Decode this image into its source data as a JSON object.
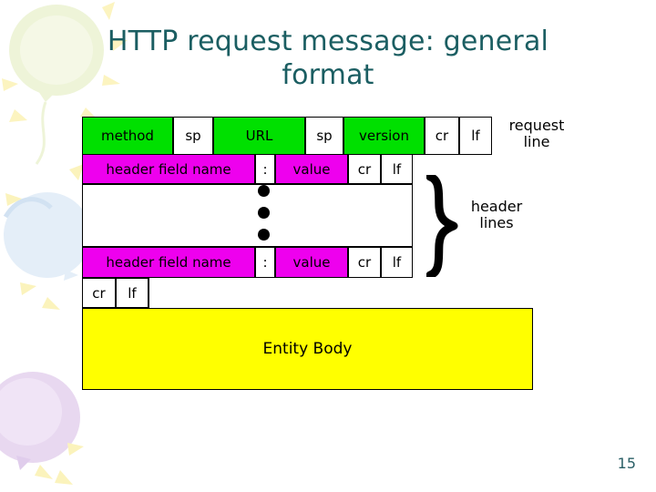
{
  "slide": {
    "title_line1": "HTTP request message: general",
    "title_line2": "format",
    "page_number": "15",
    "title_color": "#1b5e62"
  },
  "colors": {
    "green": "#00e000",
    "magenta": "#ee00ee",
    "yellow": "#ffff00",
    "white": "#ffffff",
    "border": "#000000"
  },
  "diagram": {
    "request_line": {
      "annotation_line1": "request",
      "annotation_line2": "line",
      "cells": [
        {
          "label": "method",
          "fill": "green"
        },
        {
          "label": "sp",
          "fill": "white"
        },
        {
          "label": "URL",
          "fill": "green"
        },
        {
          "label": "sp",
          "fill": "white"
        },
        {
          "label": "version",
          "fill": "green"
        },
        {
          "label": "cr",
          "fill": "white"
        },
        {
          "label": "lf",
          "fill": "white"
        }
      ]
    },
    "header_line_first": {
      "cells": [
        {
          "label": "header field name",
          "fill": "magenta"
        },
        {
          "label": ":",
          "fill": "white"
        },
        {
          "label": "value",
          "fill": "magenta"
        },
        {
          "label": "cr",
          "fill": "white"
        },
        {
          "label": "lf",
          "fill": "white"
        }
      ]
    },
    "ellipsis_row": {
      "label": "",
      "dot_count": 3
    },
    "header_line_last": {
      "cells": [
        {
          "label": "header field name",
          "fill": "magenta"
        },
        {
          "label": ":",
          "fill": "white"
        },
        {
          "label": "value",
          "fill": "magenta"
        },
        {
          "label": "cr",
          "fill": "white"
        },
        {
          "label": "lf",
          "fill": "white"
        }
      ]
    },
    "blank_line": {
      "cells": [
        {
          "label": "cr",
          "fill": "white"
        },
        {
          "label": "lf",
          "fill": "white"
        },
        {
          "label": "",
          "fill": "white"
        }
      ]
    },
    "entity_body": {
      "label": "Entity Body",
      "fill": "yellow"
    },
    "header_lines_annotation": {
      "line1": "header",
      "line2": "lines"
    }
  }
}
